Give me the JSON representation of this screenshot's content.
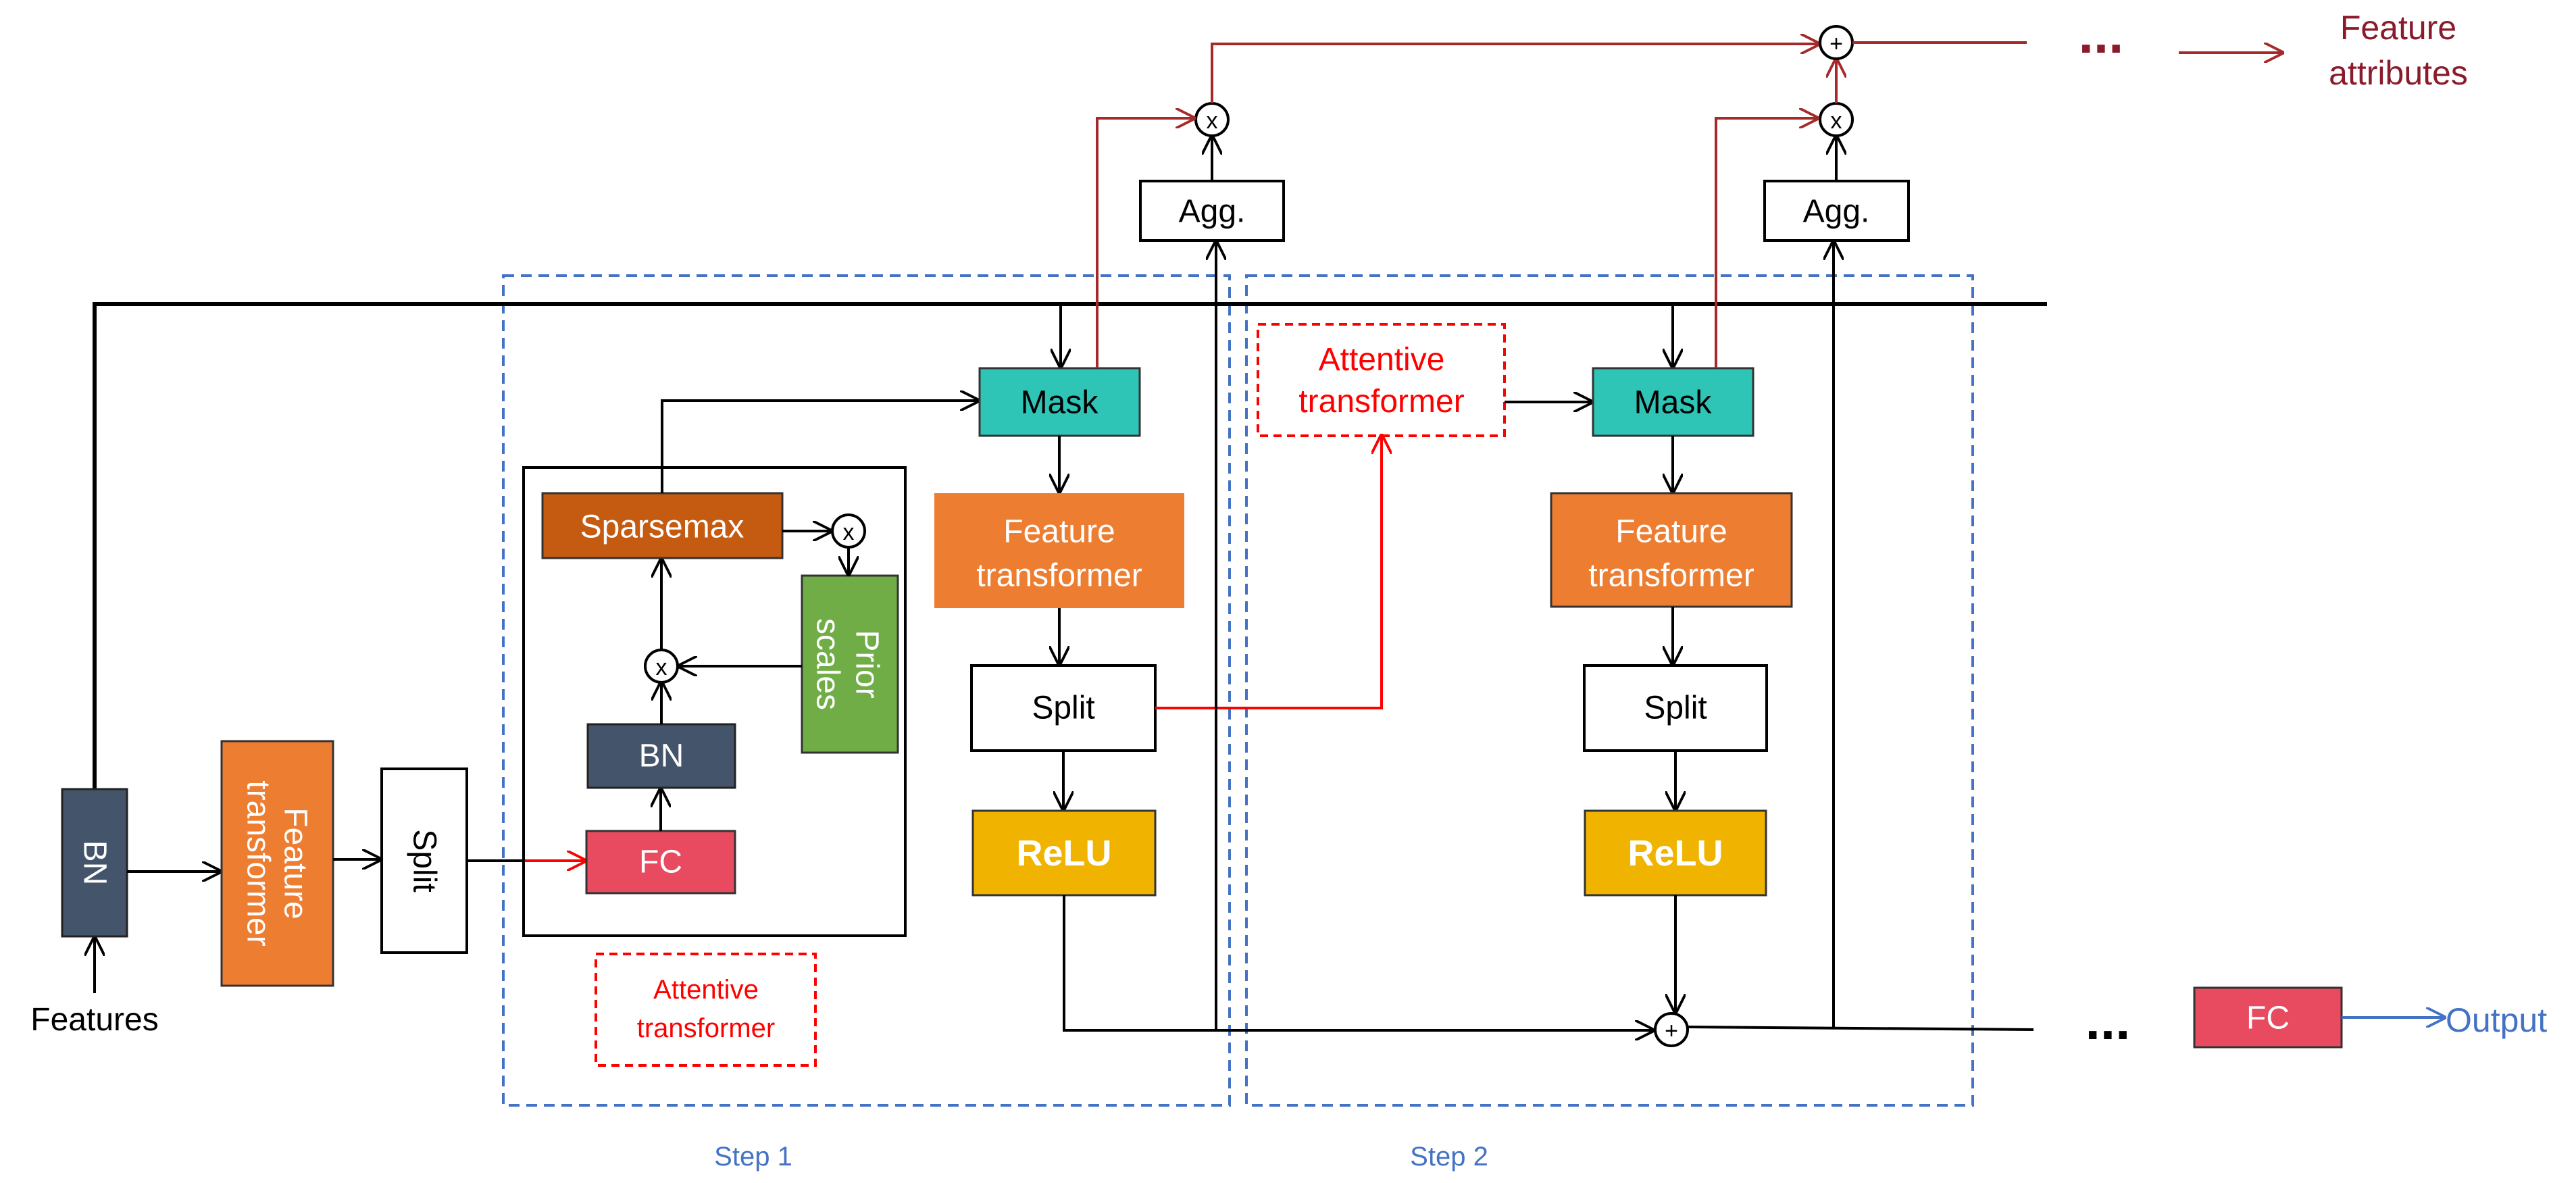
{
  "colors": {
    "bn": "#44546a",
    "feature_transformer": "#ed7d31",
    "sparsemax": "#c55a11",
    "prior_scales": "#70ad47",
    "fc": "#e84a5f",
    "mask": "#2ec4b6",
    "relu": "#f0b400",
    "attentive_outline": "#ff0000",
    "step_outline": "#4472c4",
    "attribute_path": "#a52a2a",
    "output_arrow": "#4472c4"
  },
  "inputs": {
    "features": "Features"
  },
  "encoder": {
    "bn": "BN",
    "feature_transformer_line1": "Feature",
    "feature_transformer_line2": "transformer",
    "split": "Split"
  },
  "attentive_block": {
    "sparsemax": "Sparsemax",
    "prior_line1": "Prior",
    "prior_line2": "scales",
    "bn": "BN",
    "fc": "FC",
    "caption_line1": "Attentive",
    "caption_line2": "transformer"
  },
  "step1": {
    "label": "Step 1",
    "mask": "Mask",
    "ft_line1": "Feature",
    "ft_line2": "transformer",
    "split": "Split",
    "relu": "ReLU",
    "agg": "Agg."
  },
  "step2": {
    "label": "Step 2",
    "attentive_line1": "Attentive",
    "attentive_line2": "transformer",
    "mask": "Mask",
    "ft_line1": "Feature",
    "ft_line2": "transformer",
    "split": "Split",
    "relu": "ReLU",
    "agg": "Agg."
  },
  "operators": {
    "multiply": "x",
    "add": "+"
  },
  "outputs": {
    "ellipsis": "...",
    "feature_attributes_line1": "Feature",
    "feature_attributes_line2": "attributes",
    "fc": "FC",
    "output": "Output"
  }
}
